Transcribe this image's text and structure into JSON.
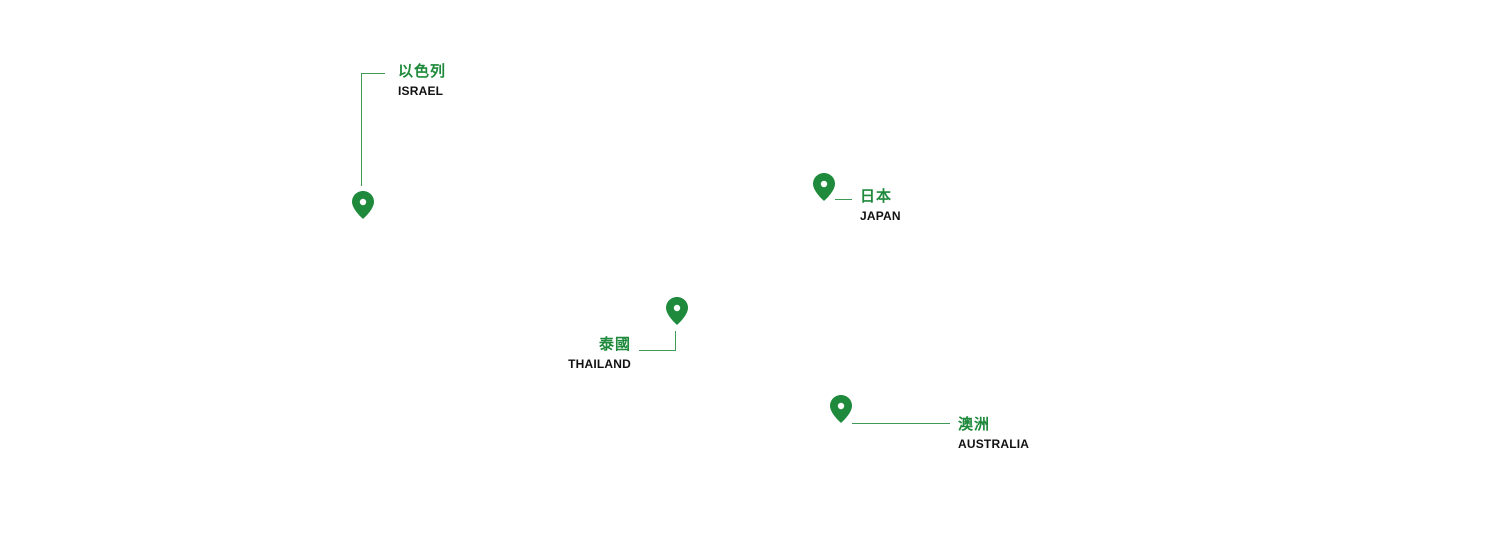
{
  "theme": {
    "accent": "#1f8a3c",
    "text": "#111111"
  },
  "locations": [
    {
      "id": "israel",
      "name_zh": "以色列",
      "name_en": "ISRAEL",
      "icon": "map-pin-icon"
    },
    {
      "id": "japan",
      "name_zh": "日本",
      "name_en": "JAPAN",
      "icon": "map-pin-icon"
    },
    {
      "id": "thailand",
      "name_zh": "泰國",
      "name_en": "THAILAND",
      "icon": "map-pin-icon"
    },
    {
      "id": "australia",
      "name_zh": "澳洲",
      "name_en": "AUSTRALIA",
      "icon": "map-pin-icon"
    }
  ]
}
